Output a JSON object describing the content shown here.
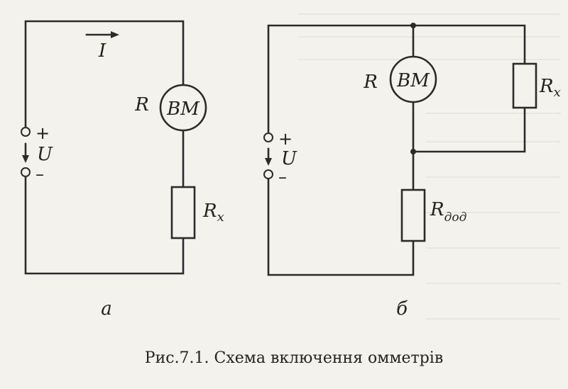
{
  "diagram_a": {
    "current_label": "I",
    "meter_label": "BM",
    "resistance_label": "R",
    "plus_label": "+",
    "minus_label": "–",
    "voltage_label": "U",
    "rx_label": "R",
    "rx_sub": "x",
    "sub_caption": "а"
  },
  "diagram_b": {
    "meter_label": "BM",
    "resistance_label": "R",
    "plus_label": "+",
    "minus_label": "–",
    "voltage_label": "U",
    "rx_label": "R",
    "rx_sub": "x",
    "radd_label": "R",
    "radd_sub": "дод",
    "sub_caption": "б"
  },
  "figure_caption": "Рис.7.1. Схема включення омметрів"
}
